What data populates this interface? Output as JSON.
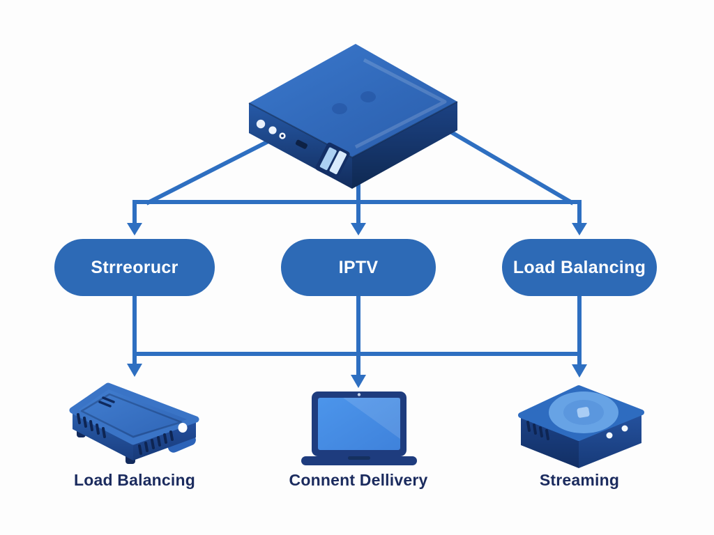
{
  "colors": {
    "background": "#fdfdfd",
    "connector": "#2e6fc1",
    "pill_fill": "#2d6ab6",
    "pill_text": "#ffffff",
    "label_text": "#1b2b5e"
  },
  "root": {
    "device": "media-server-set-top-box"
  },
  "tier1": [
    {
      "label": "Strreorucr"
    },
    {
      "label": "IPTV"
    },
    {
      "label": "Load Balancing"
    }
  ],
  "tier2": [
    {
      "label": "Load Balancing",
      "device": "set-top-box"
    },
    {
      "label": "Connent Dellivery",
      "device": "laptop"
    },
    {
      "label": "Streaming",
      "device": "streaming-player"
    }
  ]
}
